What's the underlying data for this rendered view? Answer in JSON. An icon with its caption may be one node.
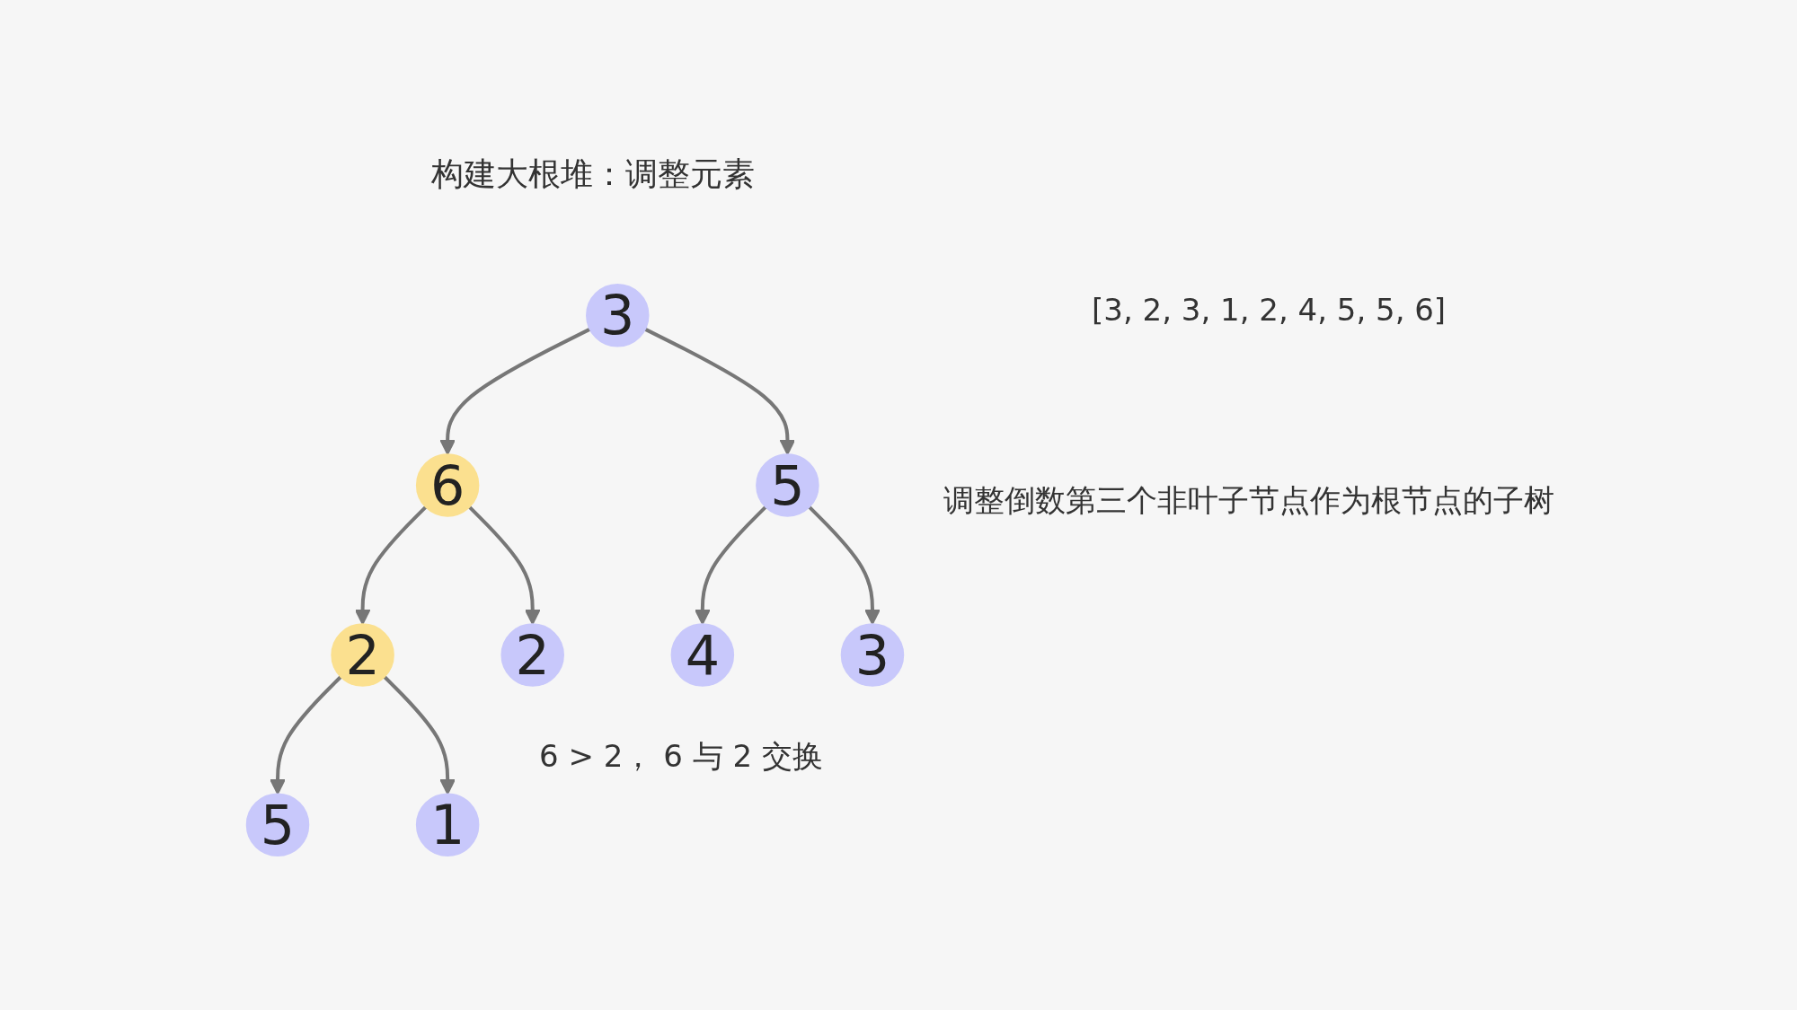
{
  "diagram": {
    "title": "构建大根堆：调整元素",
    "nodes": [
      {
        "text": [
          "3"
        ]
      },
      {
        "text": [
          "6"
        ]
      },
      {
        "text": [
          "5"
        ]
      },
      {
        "text": [
          "2"
        ]
      },
      {
        "text": [
          "2"
        ]
      },
      {
        "text": [
          "4"
        ]
      },
      {
        "text": [
          "3"
        ]
      },
      {
        "text": [
          "5"
        ]
      },
      {
        "text": [
          "1"
        ]
      }
    ],
    "edges": [
      {
        "from": 0,
        "to": 1,
        "arrow": "to"
      },
      {
        "from": 0,
        "to": 2,
        "arrow": "to"
      },
      {
        "from": 1,
        "to": 3,
        "arrow": "to"
      },
      {
        "from": 1,
        "to": 4,
        "arrow": "to"
      },
      {
        "from": 2,
        "to": 5,
        "arrow": "to"
      },
      {
        "from": 2,
        "to": 6,
        "arrow": "to"
      },
      {
        "from": 3,
        "to": 7,
        "arrow": "to"
      },
      {
        "from": 3,
        "to": 8,
        "arrow": "to"
      }
    ],
    "labels": [
      "[3, 2, 3, 1, 2, 4, 5, 5, 6]",
      "调整倒数第三个非叶子节点作为根节点的子树",
      "6 > 2， 6 与 2 交换"
    ]
  }
}
